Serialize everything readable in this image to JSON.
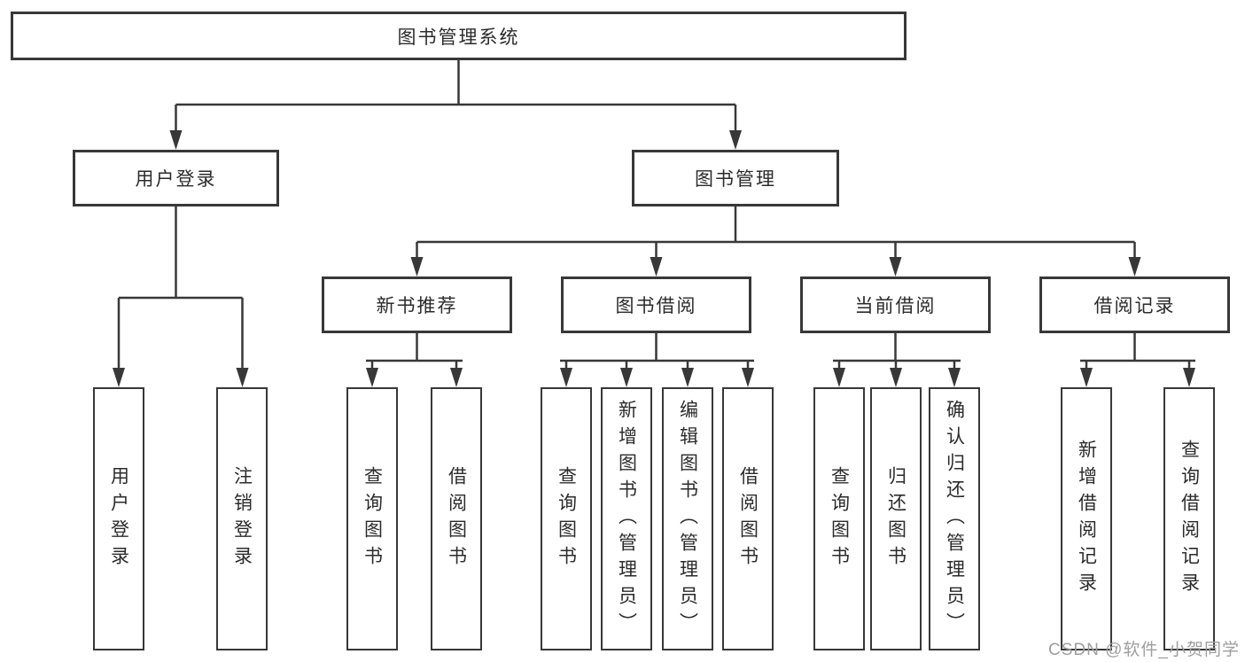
{
  "diagram": {
    "title": "图书管理系统",
    "nodes": {
      "root": "图书管理系统",
      "user_login": "用户登录",
      "book_mgmt": "图书管理",
      "new_book_rec": "新书推荐",
      "book_borrow": "图书借阅",
      "current_borrow": "当前借阅",
      "borrow_records": "借阅记录",
      "leaf_user_login": "用户登录",
      "leaf_logout": "注销登录",
      "leaf_query_book_rec": "查询图书",
      "leaf_borrow_book_rec": "借阅图书",
      "leaf_query_book_borrow": "查询图书",
      "leaf_add_book": "新增图书（管理员）",
      "leaf_edit_book": "编辑图书（管理员）",
      "leaf_borrow_book_borrow": "借阅图书",
      "leaf_query_book_current": "查询图书",
      "leaf_return_book": "归还图书",
      "leaf_confirm_return": "确认归还（管理员）",
      "leaf_add_record": "新增借阅记录",
      "leaf_query_record": "查询借阅记录"
    },
    "colors": {
      "line": "#383838",
      "text": "#2b2b2b",
      "background": "#ffffff",
      "watermark": "#9e9e9e"
    },
    "watermark": "CSDN @软件_小贺同学"
  }
}
